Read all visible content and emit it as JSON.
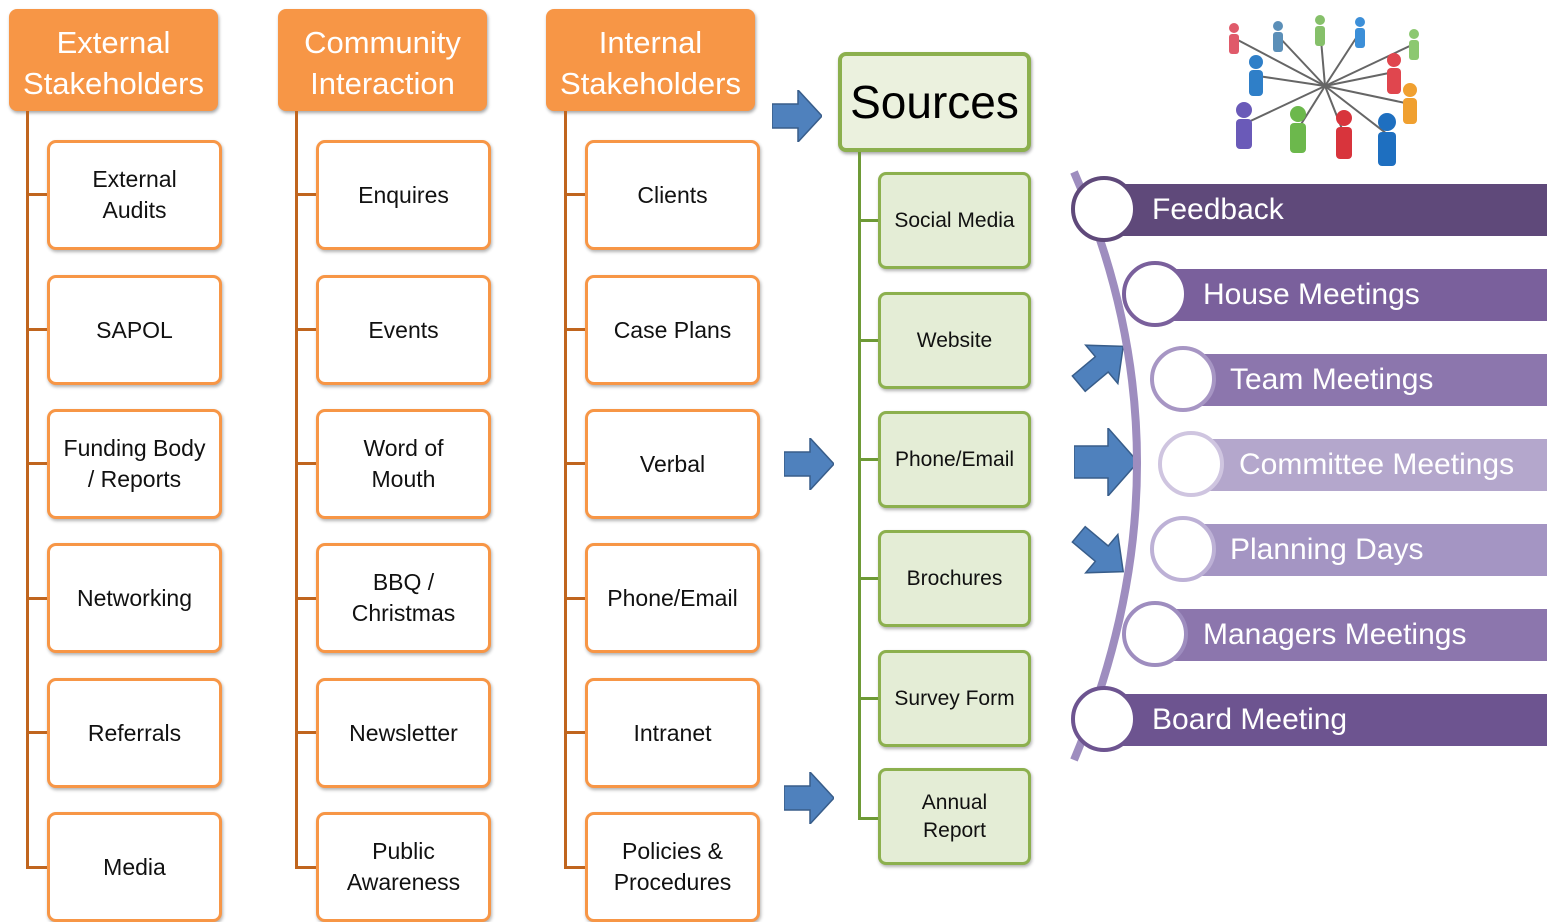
{
  "columns": [
    {
      "title": "External\nStakeholders",
      "items": [
        "External\nAudits",
        "SAPOL",
        "Funding Body\n/ Reports",
        "Networking",
        "Referrals",
        "Media"
      ]
    },
    {
      "title": "Community\nInteraction",
      "items": [
        "Enquires",
        "Events",
        "Word of\nMouth",
        "BBQ /\nChristmas",
        "Newsletter",
        "Public\nAwareness"
      ]
    },
    {
      "title": "Internal\nStakeholders",
      "items": [
        "Clients",
        "Case Plans",
        "Verbal",
        "Phone/Email",
        "Intranet",
        "Policies &\nProcedures"
      ]
    }
  ],
  "sources": {
    "title": "Sources",
    "items": [
      "Social Media",
      "Website",
      "Phone/Email",
      "Brochures",
      "Survey Form",
      "Annual\nReport"
    ]
  },
  "meetings": [
    "Feedback",
    "House Meetings",
    "Team Meetings",
    "Committee Meetings",
    "Planning Days",
    "Managers Meetings",
    "Board Meeting"
  ],
  "colors": {
    "orange": "#F79646",
    "green_border": "#8CB04E",
    "arrow_blue": "#4F81BD",
    "bar_colors": [
      "#5F497A",
      "#7A609C",
      "#8C76AD",
      "#B4A7CC",
      "#A495C3",
      "#8C76AD",
      "#6D5490"
    ],
    "circle_border": "#7F6A9E"
  },
  "icons": [
    "people-network-icon",
    "arrow-right-icon",
    "arrow-up-right-icon",
    "arrow-down-right-icon"
  ]
}
